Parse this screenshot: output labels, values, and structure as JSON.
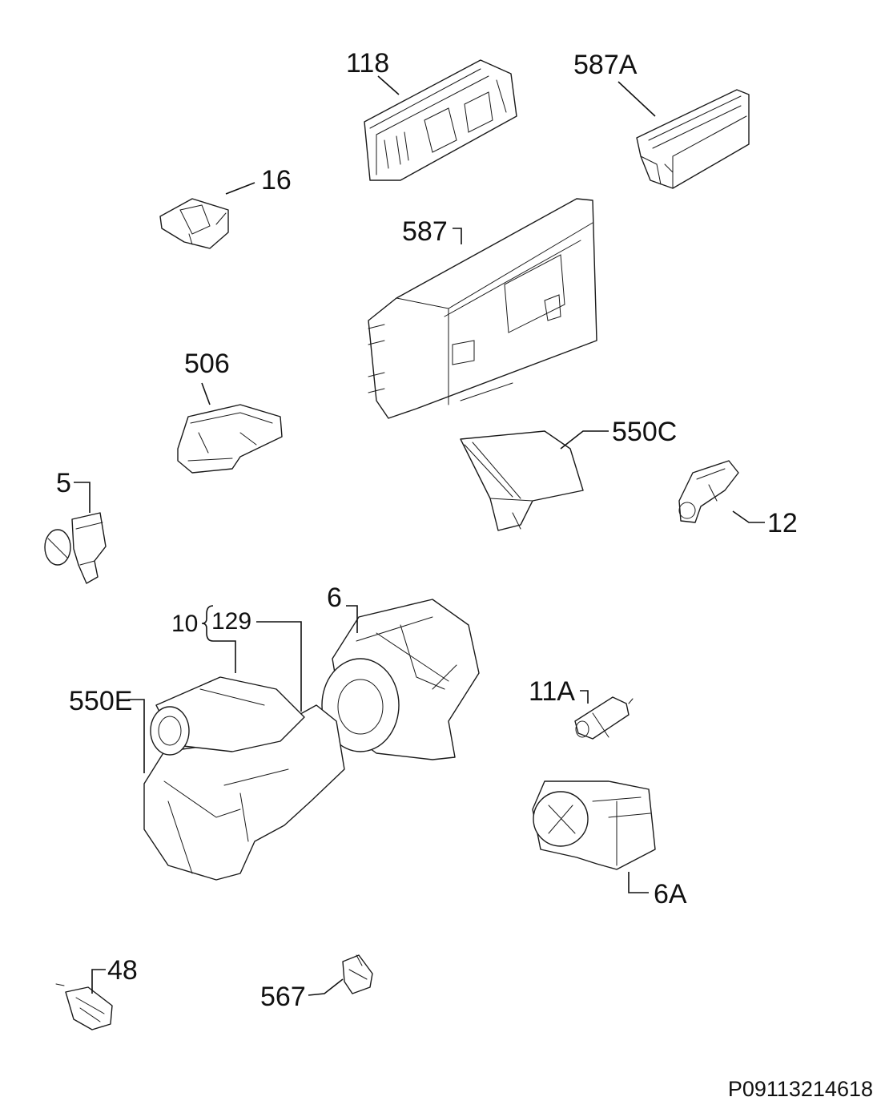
{
  "labels": {
    "l118": "118",
    "l587A": "587A",
    "l16": "16",
    "l587": "587",
    "l506": "506",
    "l550C": "550C",
    "l5": "5",
    "l12": "12",
    "l6": "6",
    "l10": "10",
    "l129": "129",
    "l550E": "550E",
    "l11A": "11A",
    "l6A": "6A",
    "l48": "48",
    "l567": "567"
  },
  "drawing_code": "P09113214618"
}
